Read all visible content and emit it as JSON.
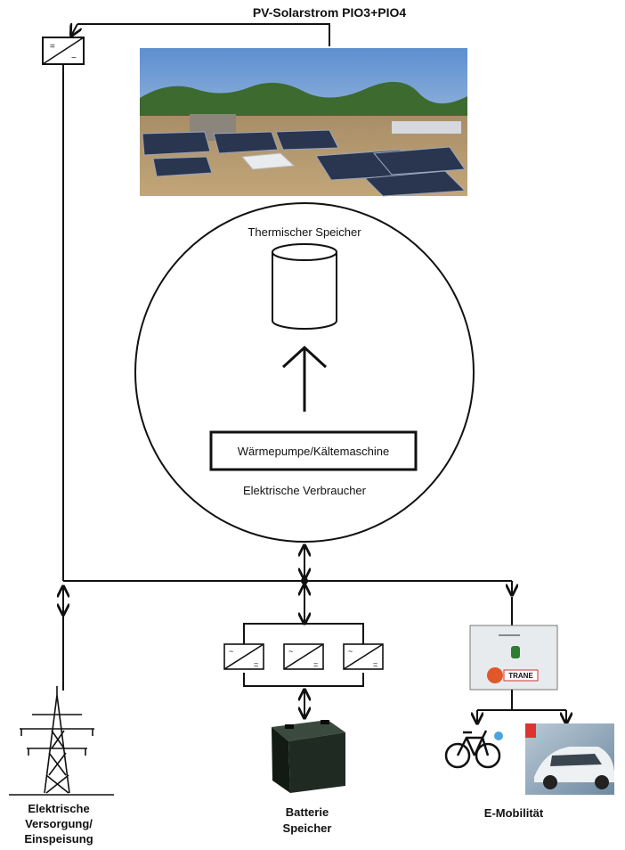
{
  "title": "PV-Solarstrom PIO3+PIO4",
  "thermal_storage_label": "Thermischer Speicher",
  "heat_pump_label": "Wärmepumpe/Kältemaschine",
  "consumers_label": "Elektrische Verbraucher",
  "grid_label": [
    "Elektrische",
    "Versorgung/",
    "Einspeisung"
  ],
  "battery_label": [
    "Batterie",
    "Speicher"
  ],
  "emobility_label": "E-Mobilität",
  "charger_brand": "TRANE",
  "colors": {
    "line": "#111111",
    "sky": "#7fa8d8",
    "roof": "#b59a72",
    "panel": "#2a3550",
    "battery": "#1f2a22",
    "car_bg": "#9fb4c6",
    "charger_orange": "#e2572a"
  },
  "icons": [
    "inverter-icon",
    "pylon-icon",
    "battery-icon",
    "bicycle-icon",
    "car-photo",
    "wallbox-icon",
    "solar-roof-photo"
  ]
}
